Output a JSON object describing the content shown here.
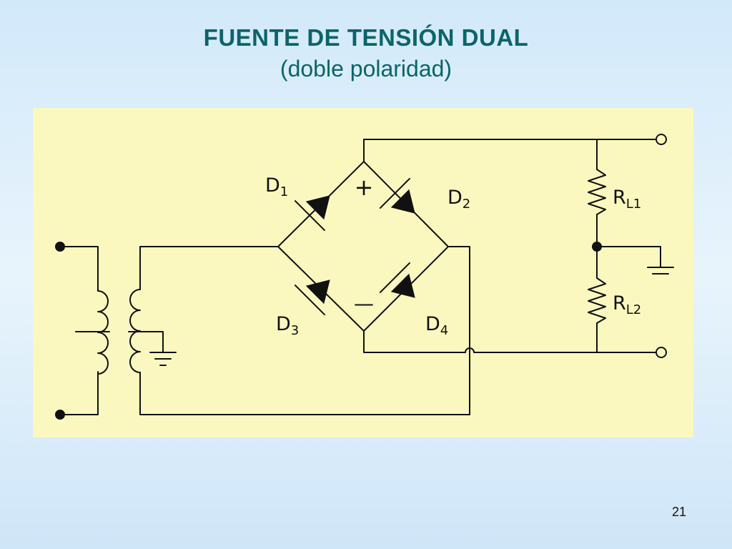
{
  "title": "FUENTE DE TENSIÓN DUAL",
  "subtitle": "(doble polaridad)",
  "page_number": "21",
  "colors": {
    "title": "#0c6469",
    "panel": "#fbf8bf",
    "wire": "#111111"
  },
  "components": {
    "d1": {
      "main": "D",
      "sub": "1"
    },
    "d2": {
      "main": "D",
      "sub": "2"
    },
    "d3": {
      "main": "D",
      "sub": "3"
    },
    "d4": {
      "main": "D",
      "sub": "4"
    },
    "rl1": {
      "main": "R",
      "sub": "L1"
    },
    "rl2": {
      "main": "R",
      "sub": "L2"
    }
  },
  "symbols": {
    "plus": "+",
    "minus": "—"
  }
}
